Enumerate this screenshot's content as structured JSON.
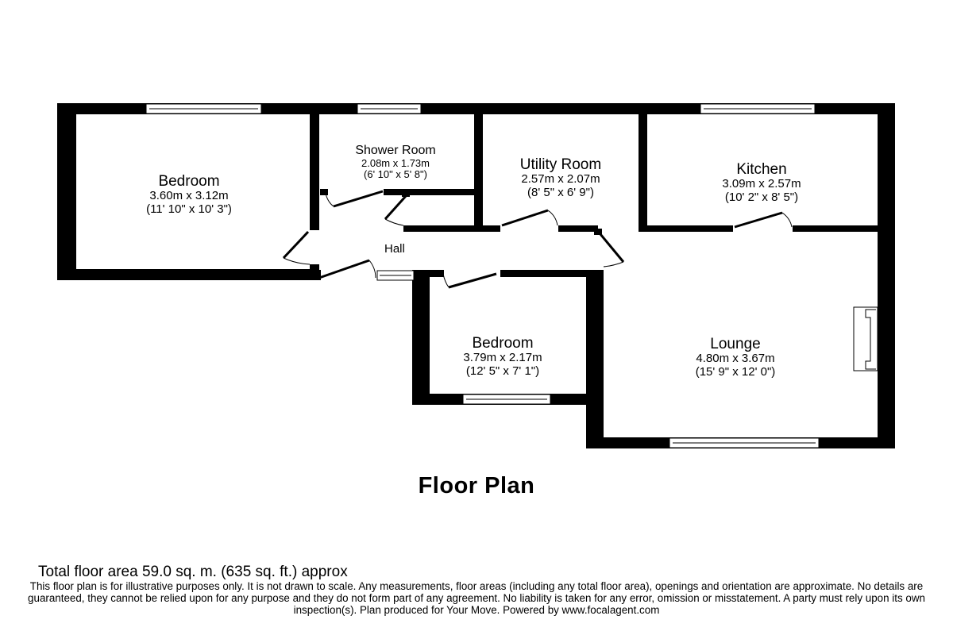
{
  "rooms": [
    {
      "id": "bedroom-1",
      "name": "Bedroom",
      "metric": "3.60m x 3.12m",
      "imperial": "(11' 10\" x 10' 3\")"
    },
    {
      "id": "shower-room",
      "name": "Shower Room",
      "metric": "2.08m x 1.73m",
      "imperial": "(6' 10\" x 5' 8\")"
    },
    {
      "id": "utility-room",
      "name": "Utility Room",
      "metric": "2.57m x 2.07m",
      "imperial": "(8' 5\" x 6' 9\")"
    },
    {
      "id": "kitchen",
      "name": "Kitchen",
      "metric": "3.09m x 2.57m",
      "imperial": "(10' 2\" x 8' 5\")"
    },
    {
      "id": "hall",
      "name": "Hall"
    },
    {
      "id": "bedroom-2",
      "name": "Bedroom",
      "metric": "3.79m x 2.17m",
      "imperial": "(12' 5\" x 7' 1\")"
    },
    {
      "id": "lounge",
      "name": "Lounge",
      "metric": "4.80m x 3.67m",
      "imperial": "(15' 9\" x 12' 0\")"
    }
  ],
  "title": "Floor Plan",
  "total_area": "Total floor area 59.0 sq. m. (635 sq. ft.) approx",
  "disclaimer": "This floor plan is for illustrative purposes only. It is not drawn to scale. Any measurements, floor areas (including any total floor area), openings and orientation are approximate. No details are guaranteed, they cannot be relied upon for any purpose and they do not form part of any agreement. No liability is taken for any error, omission or misstatement. A party must rely upon its own inspection(s). Plan produced for Your Move. Powered by www.focalagent.com",
  "colors": {
    "wall": "#000000",
    "background": "#ffffff",
    "window": "#ffffff"
  }
}
